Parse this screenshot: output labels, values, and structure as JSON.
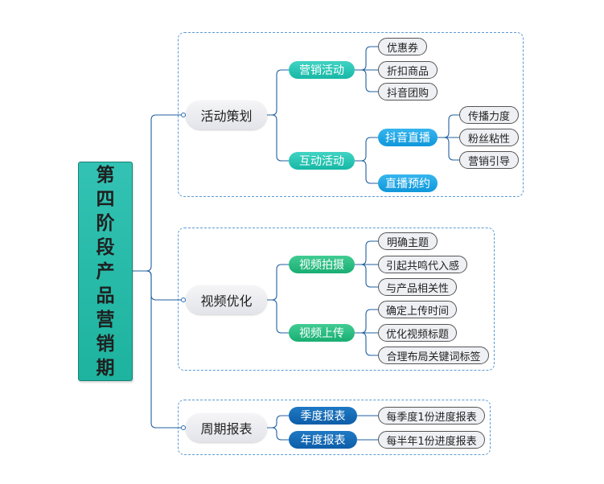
{
  "root": {
    "chars": [
      "第",
      "四",
      "阶",
      "段",
      "产",
      "品",
      "营",
      "销",
      "期"
    ]
  },
  "branches": [
    {
      "label": "活动策划",
      "subs": [
        {
          "label": "营销活动",
          "leaves": [
            "优惠券",
            "折扣商品",
            "抖音团购"
          ]
        },
        {
          "label": "互动活动",
          "children": [
            {
              "label": "抖音直播",
              "leaves": [
                "传播力度",
                "粉丝粘性",
                "营销引导"
              ]
            },
            {
              "label": "直播预约"
            }
          ]
        }
      ]
    },
    {
      "label": "视频优化",
      "subs": [
        {
          "label": "视频拍摄",
          "leaves": [
            "明确主题",
            "引起共鸣代入感",
            "与产品相关性"
          ]
        },
        {
          "label": "视频上传",
          "leaves": [
            "确定上传时间",
            "优化视频标题",
            "合理布局关键词标签"
          ]
        }
      ]
    },
    {
      "label": "周期报表",
      "subs": [
        {
          "label": "季度报表",
          "leaves": [
            "每季度1份进度报表"
          ]
        },
        {
          "label": "年度报表",
          "leaves": [
            "每半年1份进度报表"
          ]
        }
      ]
    }
  ],
  "colors": {
    "line": "#1f5f9f",
    "frame": "#5b9bd5",
    "root": "#1db39e",
    "teal": "#16b8a6",
    "green": "#19ae73",
    "blue": "#0f97da",
    "navy": "#0e5ea9"
  }
}
